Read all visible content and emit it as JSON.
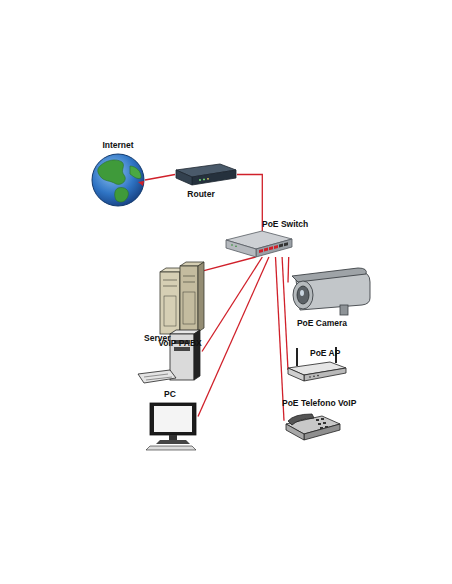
{
  "diagram": {
    "nodes": [
      {
        "text": [
          "Internet"
        ]
      },
      {
        "text": [
          "Router"
        ]
      },
      {
        "text": [
          "PoE Switch"
        ]
      },
      {
        "text": [
          "VoIP PABX"
        ]
      },
      {
        "text": [
          "PoE Camera"
        ]
      },
      {
        "text": [
          "Server"
        ]
      },
      {
        "text": [
          "PoE AP"
        ]
      },
      {
        "text": [
          "PoE Telefono VoIP"
        ]
      },
      {
        "text": [
          "PC"
        ]
      }
    ],
    "edges": [
      {
        "from": 0,
        "to": 1,
        "arrow": "none"
      },
      {
        "from": 1,
        "to": 2,
        "arrow": "none"
      },
      {
        "from": 2,
        "to": 3,
        "arrow": "none"
      },
      {
        "from": 2,
        "to": 4,
        "arrow": "none"
      },
      {
        "from": 2,
        "to": 5,
        "arrow": "none"
      },
      {
        "from": 2,
        "to": 6,
        "arrow": "none"
      },
      {
        "from": 2,
        "to": 7,
        "arrow": "none"
      },
      {
        "from": 2,
        "to": 8,
        "arrow": "none"
      }
    ]
  }
}
